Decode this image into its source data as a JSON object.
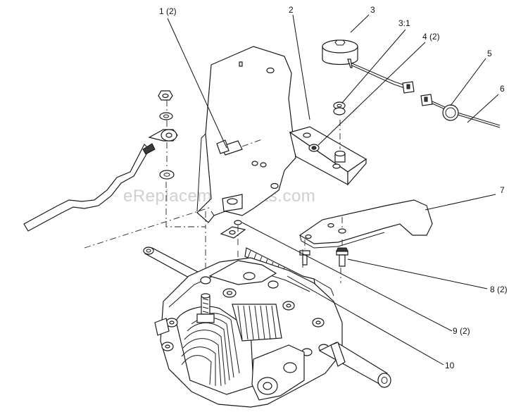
{
  "watermark": "eReplacementParts.com",
  "callouts": [
    {
      "id": "c1",
      "label": "1 (2)"
    },
    {
      "id": "c2",
      "label": "2"
    },
    {
      "id": "c3",
      "label": "3"
    },
    {
      "id": "c31",
      "label": "3:1"
    },
    {
      "id": "c4",
      "label": "4 (2)"
    },
    {
      "id": "c5",
      "label": "5"
    },
    {
      "id": "c6",
      "label": "6"
    },
    {
      "id": "c7",
      "label": "7"
    },
    {
      "id": "c8",
      "label": "8 (2)"
    },
    {
      "id": "c9",
      "label": "9 (2)"
    },
    {
      "id": "c10",
      "label": "10"
    }
  ]
}
